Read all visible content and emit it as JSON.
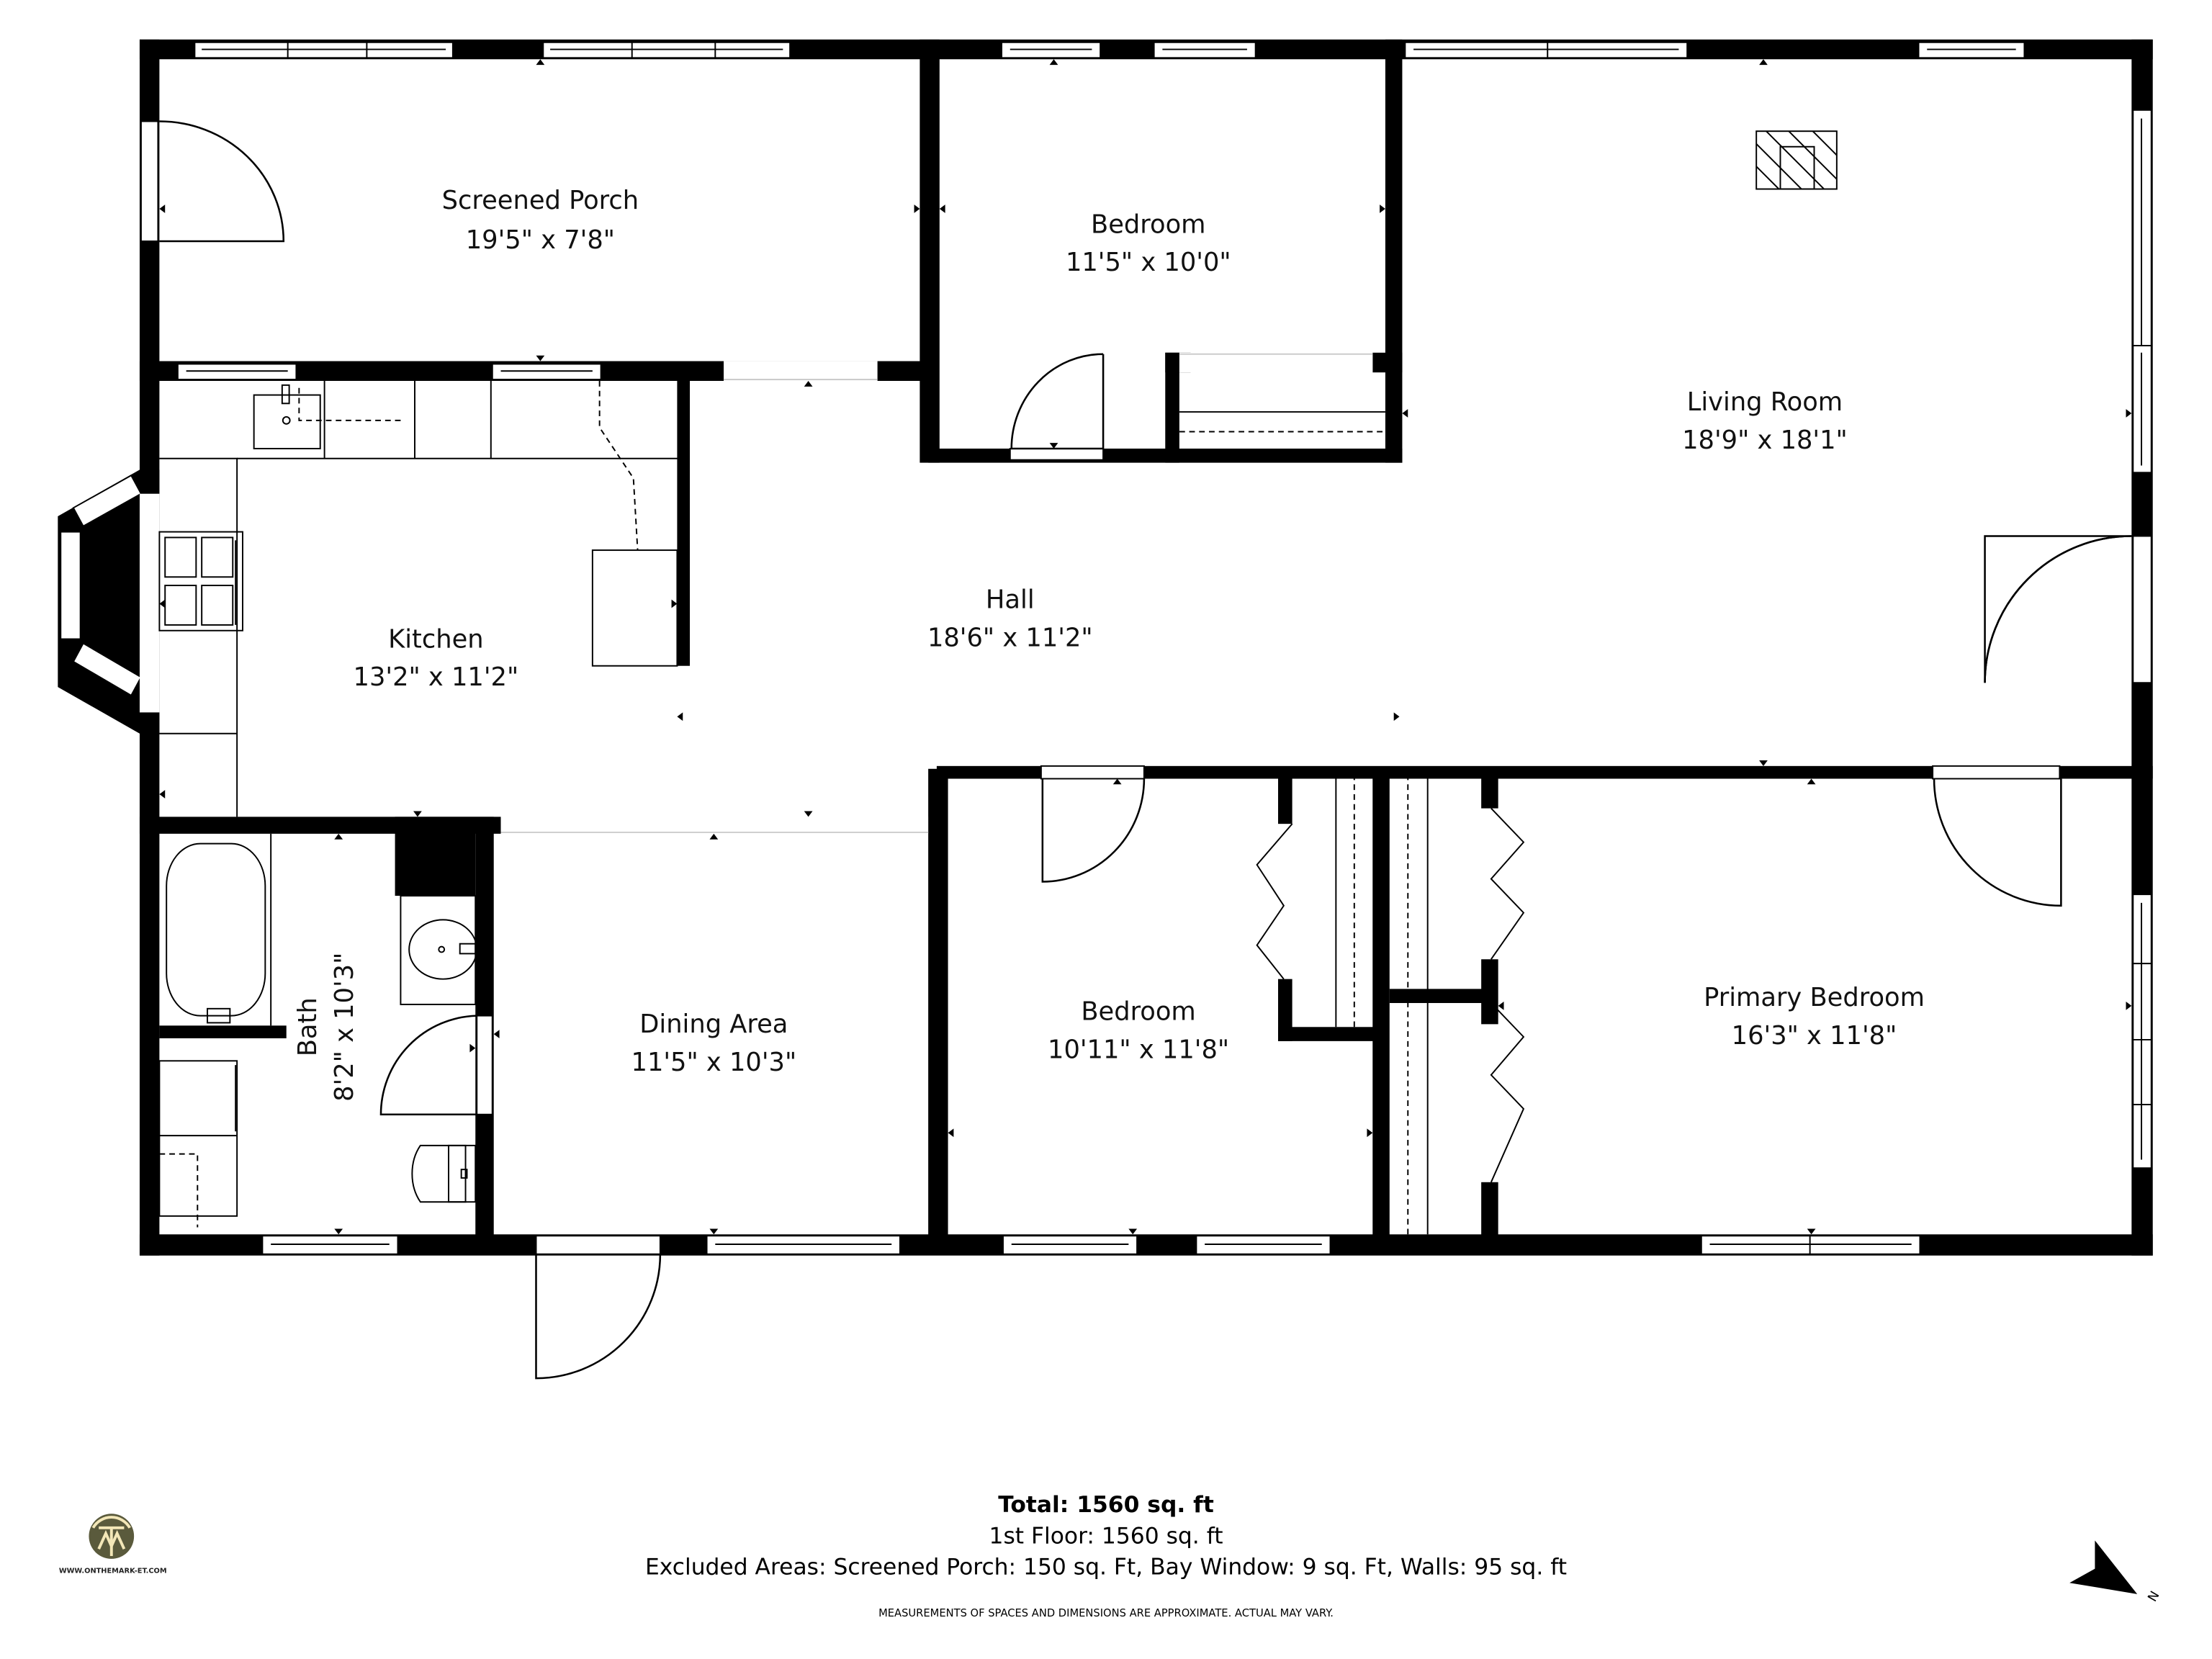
{
  "plan": {
    "rooms": [
      {
        "name": "Screened Porch",
        "dims": "19'5\" x 7'8\""
      },
      {
        "name": "Bedroom",
        "dims": "11'5\" x 10'0\""
      },
      {
        "name": "Living Room",
        "dims": "18'9\" x 18'1\""
      },
      {
        "name": "Kitchen",
        "dims": "13'2\" x 11'2\""
      },
      {
        "name": "Hall",
        "dims": "18'6\" x 11'2\""
      },
      {
        "name": "Bath",
        "dims": "8'2\" x 10'3\""
      },
      {
        "name": "Dining Area",
        "dims": "11'5\" x 10'3\""
      },
      {
        "name": "Bedroom",
        "dims": "10'11\" x 11'8\""
      },
      {
        "name": "Primary Bedroom",
        "dims": "16'3\" x 11'8\""
      }
    ],
    "fixtures": [
      "fireplace-icon",
      "stove-icon",
      "kitchen-sink-icon",
      "bathtub-icon",
      "bath-sink-icon",
      "toilet-icon",
      "bay-window"
    ],
    "wall_color": "#000000",
    "background_color": "#ffffff"
  },
  "footer": {
    "total": "Total: 1560 sq. ft",
    "floor": "1st Floor: 1560 sq. ft",
    "excluded": "Excluded Areas: Screened Porch: 150 sq. Ft, Bay Window: 9 sq. Ft, Walls: 95 sq. ft",
    "disclaimer": "MEASUREMENTS OF SPACES AND DIMENSIONS ARE APPROXIMATE. ACTUAL MAY VARY."
  },
  "logo": {
    "url_text": "WWW.ONTHEMARK-ET.COM",
    "ring_color": "#5a5a3c",
    "accent_color": "#f3e7b8"
  },
  "compass": {
    "label": "N"
  }
}
